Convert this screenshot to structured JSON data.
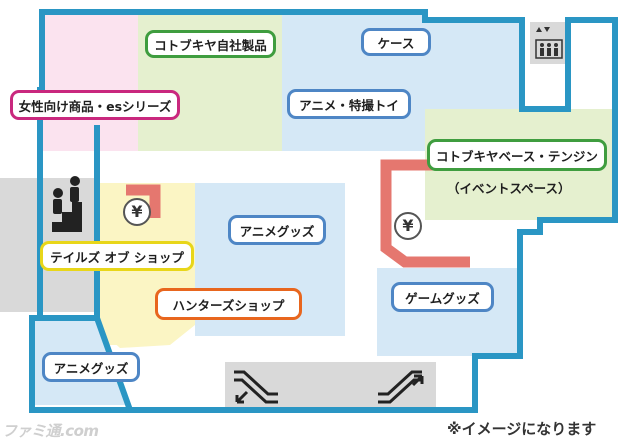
{
  "stores": {
    "kotobukiya_original": "コトブキヤ自社製品",
    "case": "ケース",
    "women_es": "女性向け商品・esシリーズ",
    "anime_tokusatsu": "アニメ・特撮トイ",
    "kotobukiya_base": "コトブキヤベース・テンジン",
    "event_space": "（イベントスペース）",
    "anime_goods_center": "アニメグッズ",
    "tales_of_shop": "テイルズ オブ ショップ",
    "hunters_shop": "ハンターズショップ",
    "game_goods": "ゲームグッズ",
    "anime_goods_bottom": "アニメグッズ"
  },
  "icons": {
    "register": "¥",
    "elevator": "elevator-icon",
    "stairs": "stairs-icon",
    "escalator": "escalator-icon"
  },
  "note": "※イメージになります",
  "watermark": "ファミ通.com",
  "colors": {
    "wall": "#2a96c4",
    "zone_pink": "#fbe3ef",
    "zone_green": "#e5f0cf",
    "zone_blue": "#d5e8f6",
    "zone_yellow": "#fbf5c4",
    "counter_red": "#e5776f",
    "facility_gray": "#d9d9d9"
  }
}
